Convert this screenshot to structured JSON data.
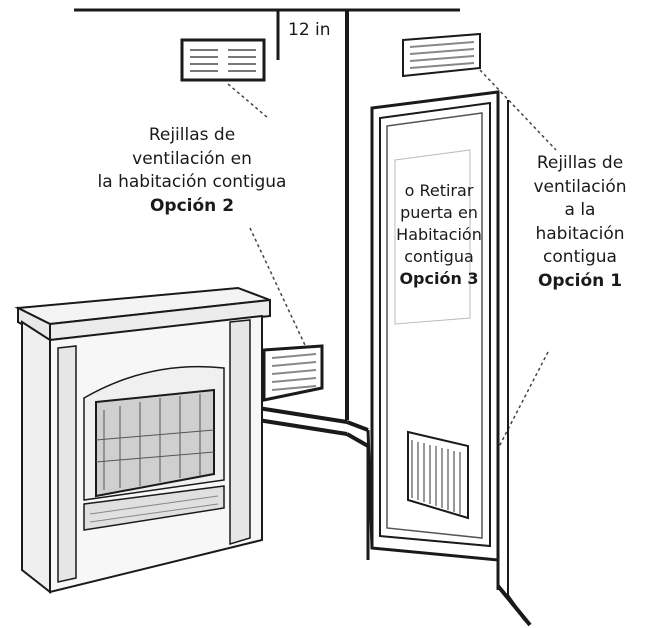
{
  "dimension_label": "12 in",
  "option2": {
    "lines": [
      "Rejillas de",
      "ventilación en",
      "la habitación contigua"
    ],
    "option": "Opción 2"
  },
  "option3": {
    "lines": [
      "o Retirar",
      "puerta en",
      "Habitación",
      "contigua"
    ],
    "option": "Opción 3"
  },
  "option1": {
    "lines": [
      "Rejillas de",
      "ventilación",
      "a la",
      "habitación",
      "contigua"
    ],
    "option": "Opción 1"
  },
  "colors": {
    "line": "#1a1a1a",
    "fill": "#ffffff",
    "shade": "#cfcfcf"
  },
  "icons": [
    "fireplace-illustration",
    "vent-grille",
    "door"
  ]
}
